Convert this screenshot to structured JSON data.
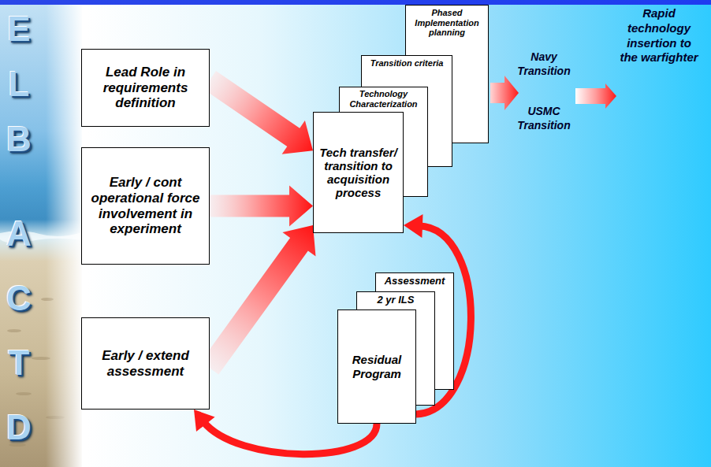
{
  "diagram": {
    "nodes": [
      {
        "text": [
          "Lead Role in requirements definition"
        ]
      },
      {
        "text": [
          "Early / cont operational force involvement in experiment"
        ]
      },
      {
        "text": [
          "Early / extend assessment"
        ]
      },
      {
        "text": [
          "Phased Implementation planning"
        ]
      },
      {
        "text": [
          "Transition criteria"
        ]
      },
      {
        "text": [
          "Technology Characterization"
        ]
      },
      {
        "text": [
          "Tech transfer/ transition to acquisition process"
        ]
      },
      {
        "text": [
          "Assessment"
        ]
      },
      {
        "text": [
          "2 yr ILS"
        ]
      },
      {
        "text": [
          "Residual Program"
        ]
      }
    ],
    "edges": [
      {
        "from": 0,
        "to": 6,
        "arrow": "to"
      },
      {
        "from": 1,
        "to": 6,
        "arrow": "to"
      },
      {
        "from": 2,
        "to": 6,
        "arrow": "to"
      },
      {
        "from": 9,
        "to": 6,
        "arrow": "to"
      },
      {
        "from": 9,
        "to": 2,
        "arrow": "to"
      }
    ],
    "labels": [
      "ELB",
      "ACTD",
      "Navy Transition",
      "USMC Transition",
      "Rapid technology insertion to the warfighter"
    ]
  }
}
